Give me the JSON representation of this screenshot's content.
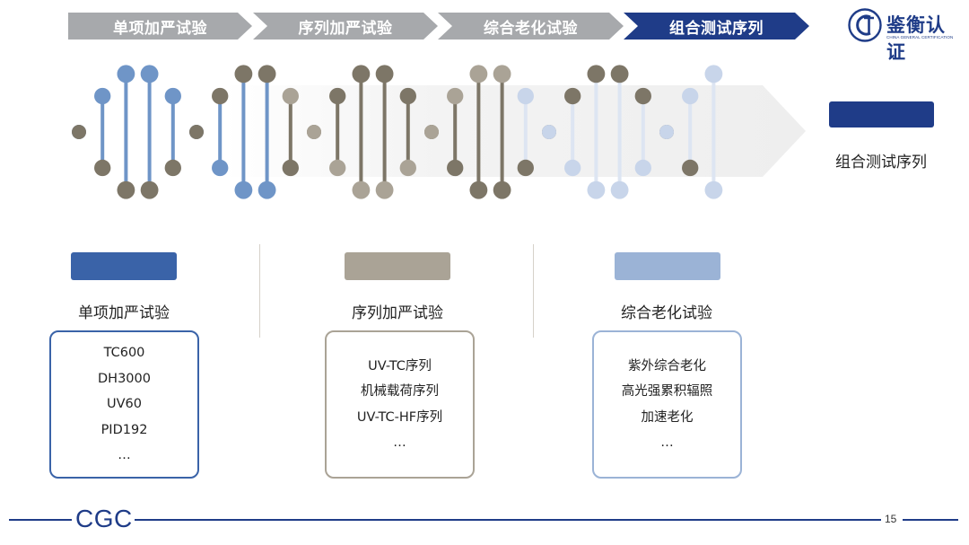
{
  "steps": [
    {
      "label": "单项加严试验",
      "color": "#a7a9ac"
    },
    {
      "label": "序列加严试验",
      "color": "#a7a9ac"
    },
    {
      "label": "综合老化试验",
      "color": "#a7a9ac"
    },
    {
      "label": "组合测试序列",
      "color": "#1f3c88"
    }
  ],
  "logo": {
    "name": "鉴衡认证",
    "subtitle": "CHINA GENERAL CERTIFICATION",
    "color": "#1f3c88"
  },
  "legend": {
    "label": "组合测试序列",
    "color": "#1f3c88"
  },
  "categories": [
    {
      "title": "单项加严试验",
      "color": "#3a63a8",
      "items": [
        "TC600",
        "DH3000",
        "UV60",
        "PID192",
        "…"
      ]
    },
    {
      "title": "序列加严试验",
      "color": "#aaa396",
      "items": [
        "UV-TC序列",
        "机械载荷序列",
        "UV-TC-HF序列",
        "…"
      ]
    },
    {
      "title": "综合老化试验",
      "color": "#9bb3d6",
      "items": [
        "紫外综合老化",
        "高光强累积辐照",
        "加速老化",
        "…"
      ]
    }
  ],
  "colors": {
    "blue_node": "#6f95c7",
    "blue_rod": "#6f95c7",
    "dark_node": "#7d7667",
    "tan_node": "#aaa396",
    "light_node": "#c8d5ea",
    "light_rod": "#dde5f2"
  },
  "footer": {
    "brand": "CGC",
    "page": "15"
  }
}
